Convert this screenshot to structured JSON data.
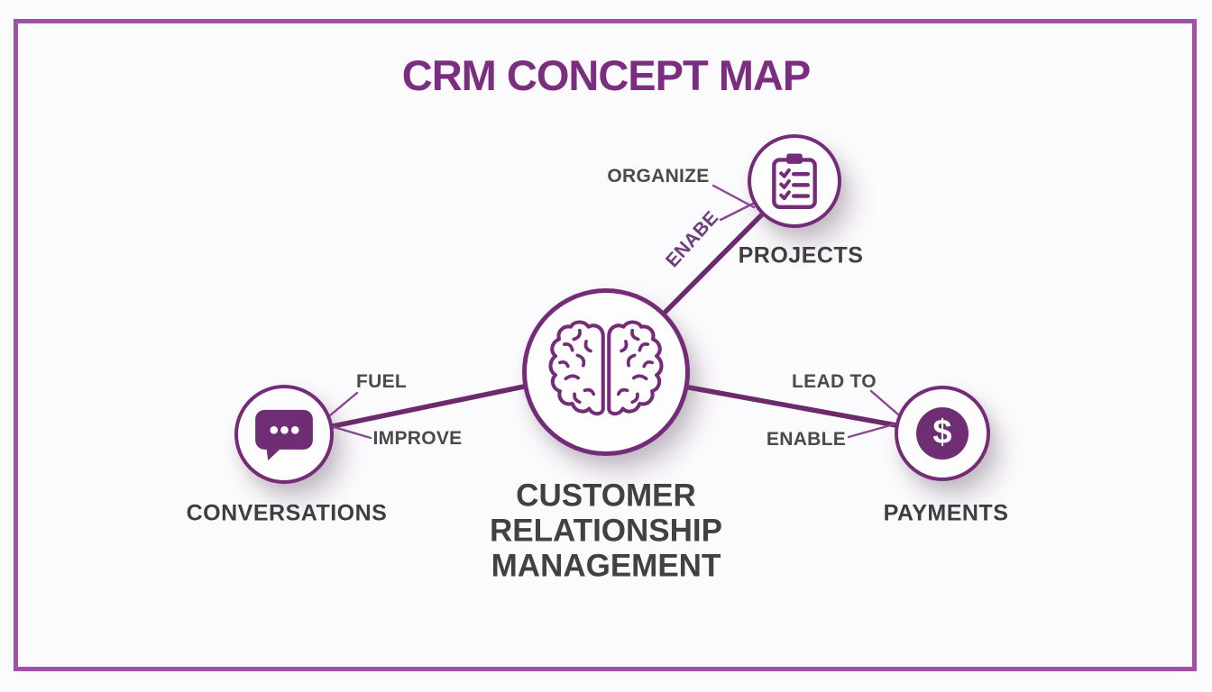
{
  "title": "CRM CONCEPT MAP",
  "colors": {
    "title_purple": "#7b2e80",
    "frame_purple": "#a151a4",
    "circle_stroke_purple": "#752c78",
    "edge_line_purple": "#6b2a6e",
    "leader_line_purple": "#8a4791",
    "icon_fill_purple": "#6f2d73",
    "node_label_gray": "#3e3e40",
    "edge_label_gray": "#4a4a4c",
    "background": "#fbfafc"
  },
  "center": {
    "icon": "brain-icon",
    "label": "CUSTOMER RELATIONSHIP MANAGEMENT",
    "label_lines": [
      "CUSTOMER",
      "RELATIONSHIP",
      "MANAGEMENT"
    ]
  },
  "nodes": [
    {
      "id": "projects",
      "label": "PROJECTS",
      "icon": "clipboard-checklist-icon"
    },
    {
      "id": "conversations",
      "label": "CONVERSATIONS",
      "icon": "chat-bubble-icon"
    },
    {
      "id": "payments",
      "label": "PAYMENTS",
      "icon": "dollar-sign-icon",
      "icon_glyph": "$"
    }
  ],
  "edges": [
    {
      "from": "crm",
      "to": "projects",
      "labels": [
        "ORGANIZE",
        "ENABE"
      ]
    },
    {
      "from": "crm",
      "to": "conversations",
      "labels": [
        "FUEL",
        "IMPROVE"
      ]
    },
    {
      "from": "crm",
      "to": "payments",
      "labels": [
        "LEAD TO",
        "ENABLE"
      ]
    }
  ]
}
